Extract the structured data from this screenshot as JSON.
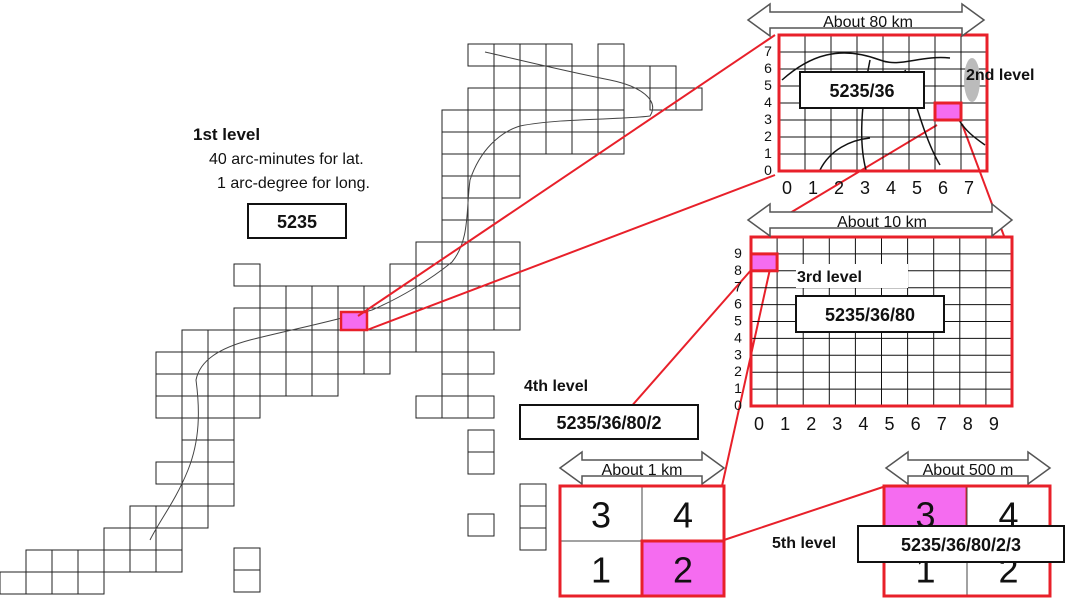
{
  "level1": {
    "title": "1st level",
    "line1": "40 arc-minutes for lat.",
    "line2": "1 arc-degree for long.",
    "code": "5235"
  },
  "level2": {
    "title": "2nd level",
    "span": "About 80 km",
    "code": "5235/36",
    "x_ticks": [
      "0",
      "1",
      "2",
      "3",
      "4",
      "5",
      "6",
      "7"
    ],
    "y_ticks": [
      "0",
      "1",
      "2",
      "3",
      "4",
      "5",
      "6",
      "7"
    ],
    "highlight_col": 6,
    "highlight_row": 3
  },
  "level3": {
    "title": "3rd level",
    "span": "About 10 km",
    "code": "5235/36/80",
    "x_ticks": [
      "0",
      "1",
      "2",
      "3",
      "4",
      "5",
      "6",
      "7",
      "8",
      "9"
    ],
    "y_ticks": [
      "0",
      "1",
      "2",
      "3",
      "4",
      "5",
      "6",
      "7",
      "8",
      "9"
    ],
    "highlight_col": 0,
    "highlight_row": 8
  },
  "level4": {
    "title": "4th level",
    "span": "About 1 km",
    "code": "5235/36/80/2",
    "cells": [
      "3",
      "4",
      "1",
      "2"
    ],
    "highlight": "2"
  },
  "level5": {
    "title": "5th level",
    "span": "About 500 m",
    "code": "5235/36/80/2/3",
    "cells": [
      "3",
      "4",
      "1",
      "2"
    ],
    "highlight": "3"
  },
  "colors": {
    "frame": "#e8202a",
    "highlight": "#f56cf0",
    "grid": "#111111",
    "shade": "#bbbbbb"
  }
}
